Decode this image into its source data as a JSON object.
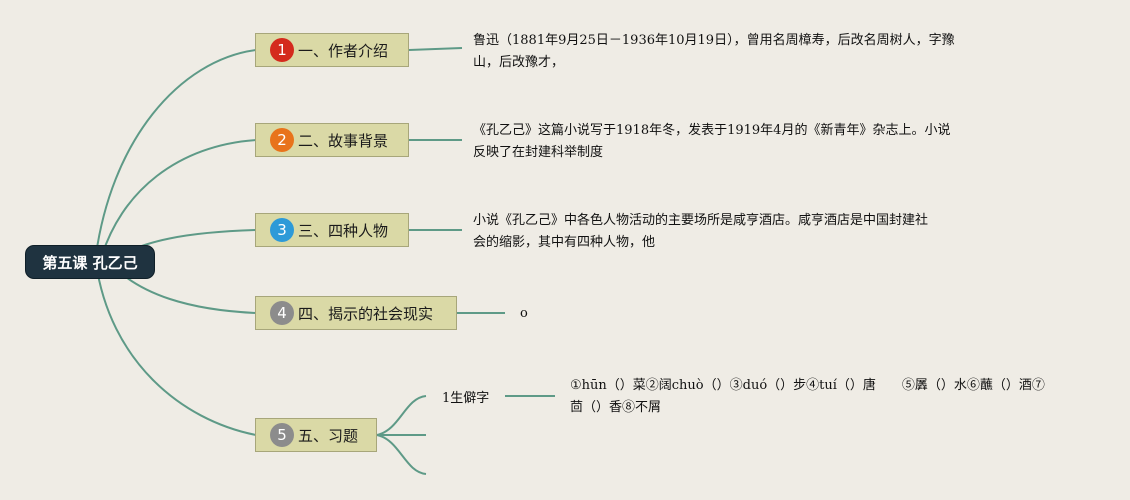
{
  "root": {
    "label": "第五课 孔乙己"
  },
  "branches": [
    {
      "num": "1",
      "label": "一、作者介绍",
      "badge_color": "#d42a1d",
      "note": "鲁迅（1881年9月25日－1936年10月19日），曾用名周樟寿，后改名周树人，字豫山，后改豫才，",
      "note_lines": [
        "鲁迅（1881年9月25日－1936年10月19日），曾用名周樟寿，后改名周树人，字豫",
        "山，后改豫才，"
      ]
    },
    {
      "num": "2",
      "label": "二、故事背景",
      "badge_color": "#e8731b",
      "note_lines": [
        "《孔乙己》这篇小说写于1918年冬，发表于1919年4月的《新青年》杂志上。小说",
        "反映了在封建科举制度"
      ]
    },
    {
      "num": "3",
      "label": "三、四种人物",
      "badge_color": "#2d9ad8",
      "note_lines": [
        "小说《孔乙己》中各色人物活动的主要场所是咸亨酒店。咸亨酒店是中国封建社",
        "会的缩影，其中有四种人物，他"
      ]
    },
    {
      "num": "4",
      "label": "四、揭示的社会现实",
      "badge_color": "#8c8c8c",
      "note_lines": [
        "o"
      ]
    },
    {
      "num": "5",
      "label": "五、习题",
      "badge_color": "#8c8c8c",
      "sub_label": "1生僻字",
      "note_lines": [
        "①hūn（）菜②阔chuò（）③duó（）步④tuí（）唐　　⑤羼（）水⑥蘸（）酒⑦",
        "茴（）香⑧不屑"
      ]
    }
  ],
  "colors": {
    "link": "#5e9a87",
    "root_bg": "#1f3340",
    "branch_bg": "#dad9a6"
  }
}
